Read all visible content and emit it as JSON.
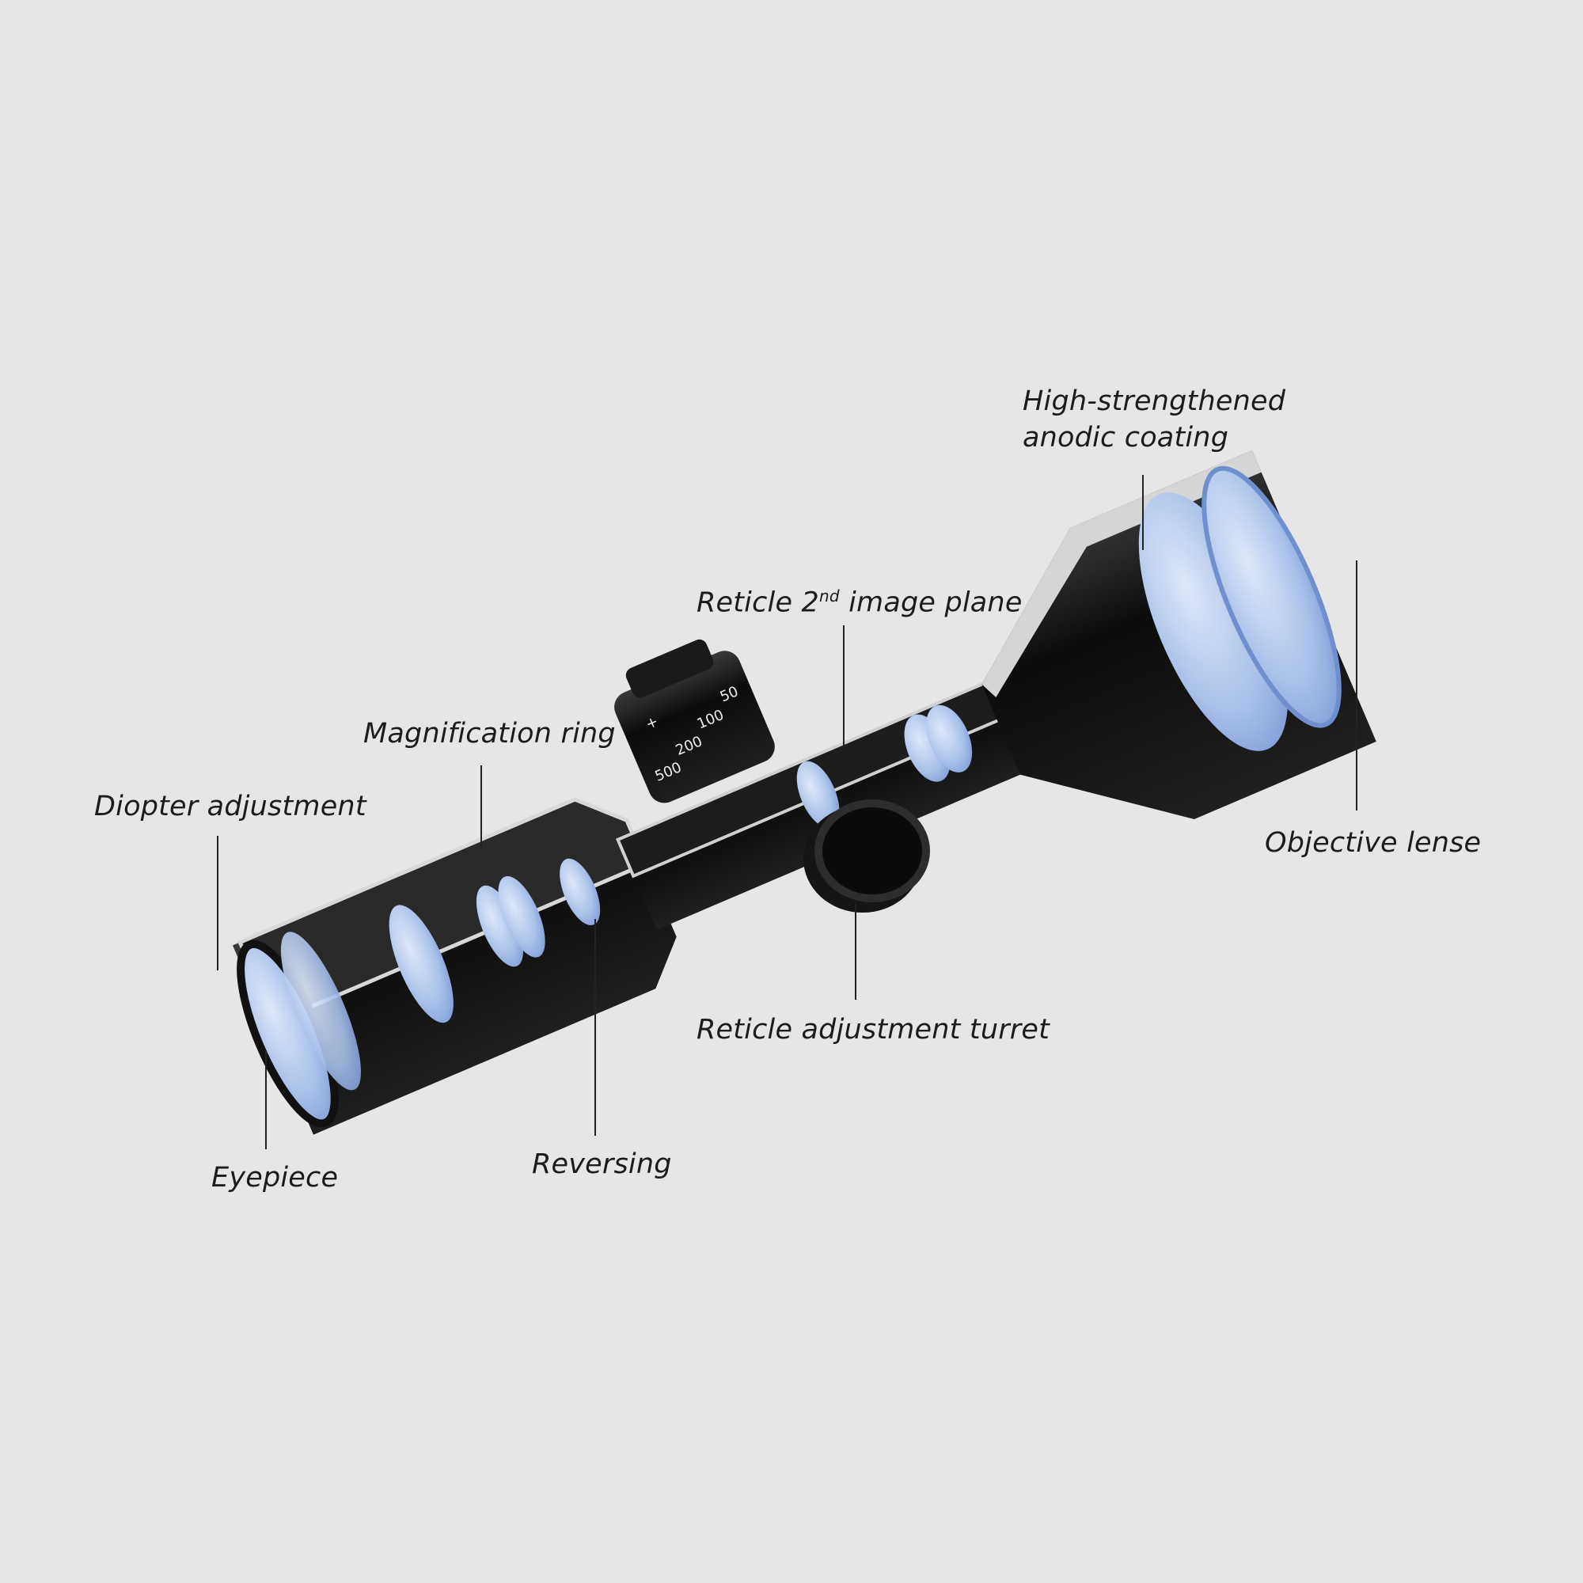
{
  "labels": {
    "coating_line1": "High-strengthened",
    "coating_line2": "anodic coating",
    "reticle_plane_prefix": "Reticle 2",
    "reticle_plane_sup": "nd",
    "reticle_plane_suffix": " image plane",
    "magnification_ring": "Magnification ring",
    "diopter_adjustment": "Diopter adjustment",
    "objective_lense": "Objective lense",
    "reticle_turret": "Reticle adjustment turret",
    "eyepiece": "Eyepiece",
    "reversing": "Reversing"
  },
  "turret_scale": [
    "50",
    "100",
    "200",
    "500",
    "+"
  ],
  "colors": {
    "background": "#e6e6e6",
    "body": "#111111",
    "lens": "#9fb8e6",
    "metal": "#cfcfcf"
  }
}
